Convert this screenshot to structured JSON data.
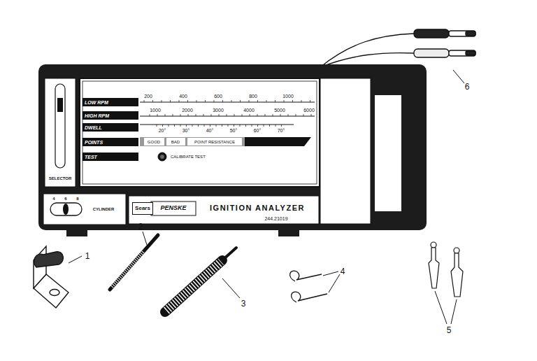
{
  "diagram": {
    "nodes": [
      {
        "text": [
          "LOW RPM"
        ]
      },
      {
        "text": [
          "HIGH RPM"
        ]
      },
      {
        "text": [
          "DWELL"
        ]
      },
      {
        "text": [
          "POINTS"
        ]
      },
      {
        "text": [
          "TEST"
        ]
      },
      {
        "text": [
          "Sears"
        ]
      }
    ],
    "labels": [
      "SELECTOR",
      "200",
      "400",
      "600",
      "800",
      "1000",
      "1000",
      "2000",
      "3000",
      "4000",
      "5000",
      "6000",
      "20°",
      "30°",
      "40°",
      "50°",
      "60°",
      "70°",
      "GOOD",
      "BAD",
      "POINT RESISTANCE",
      "CALIBRATE TEST",
      "4",
      "6",
      "8",
      "CYLINDER",
      "IGNITION ANALYZER",
      "244.21019",
      "PENSKE",
      "1",
      "2",
      "3",
      "4",
      "5",
      "6"
    ]
  }
}
